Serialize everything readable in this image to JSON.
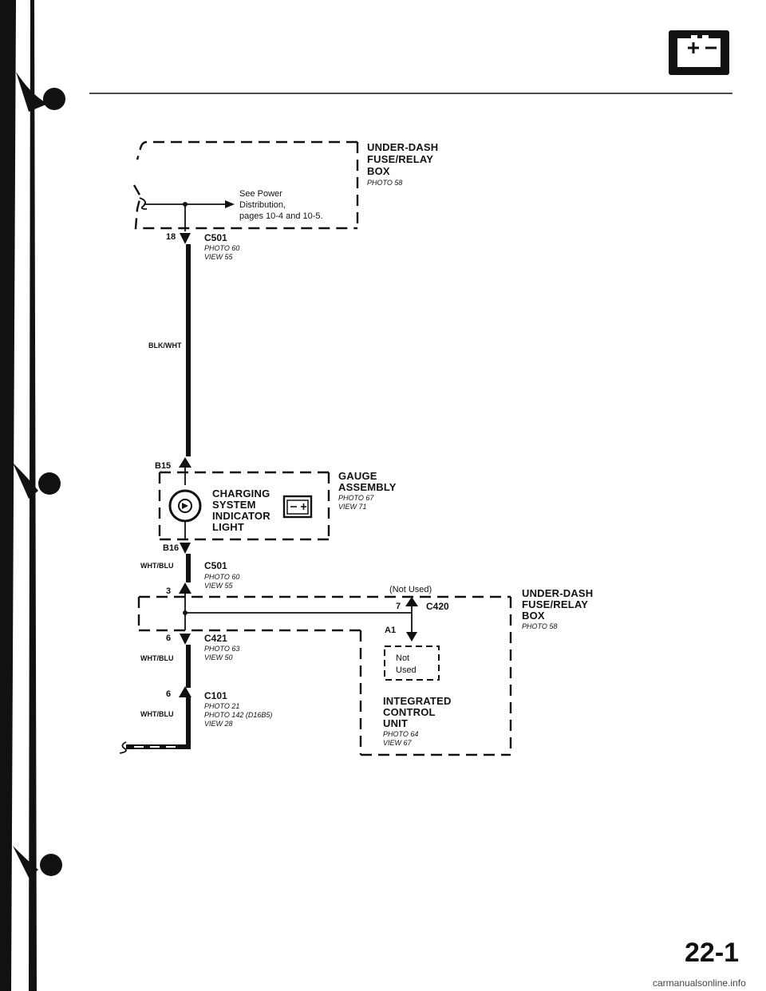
{
  "page": {
    "page_number": "22-1",
    "watermark": "carmanualsonline.info",
    "battery_icon_name": "battery-icon"
  },
  "components": {
    "fuse_box_top": {
      "name_line1": "UNDER-DASH",
      "name_line2": "FUSE/RELAY",
      "name_line3": "BOX",
      "photo": "PHOTO 58",
      "note_line1": "See Power",
      "note_line2": "Distribution,",
      "note_line3": "pages 10-4 and 10-5."
    },
    "gauge_assembly": {
      "name_line1": "GAUGE",
      "name_line2": "ASSEMBLY",
      "photo": "PHOTO 67",
      "view": "VIEW 71",
      "light_line1": "CHARGING",
      "light_line2": "SYSTEM",
      "light_line3": "INDICATOR",
      "light_line4": "LIGHT"
    },
    "fuse_box_bottom": {
      "name_line1": "UNDER-DASH",
      "name_line2": "FUSE/RELAY",
      "name_line3": "BOX",
      "photo": "PHOTO 58",
      "not_used": "(Not Used)"
    },
    "control_unit": {
      "name_line1": "INTEGRATED",
      "name_line2": "CONTROL",
      "name_line3": "UNIT",
      "photo": "PHOTO 64",
      "view": "VIEW 67",
      "inner_line1": "Not",
      "inner_line2": "Used"
    }
  },
  "connectors": {
    "c501_top": {
      "id": "C501",
      "pin": "18",
      "photo": "PHOTO 60",
      "view": "VIEW 55"
    },
    "b15": {
      "id": "B15"
    },
    "b16": {
      "id": "B16"
    },
    "c501_mid": {
      "id": "C501",
      "pin": "3",
      "photo": "PHOTO 60",
      "view": "VIEW 55"
    },
    "c420": {
      "id": "C420",
      "pin": "7"
    },
    "a1": {
      "id": "A1"
    },
    "c421": {
      "id": "C421",
      "pin": "6",
      "photo": "PHOTO 63",
      "view": "VIEW 50"
    },
    "c101": {
      "id": "C101",
      "pin": "6",
      "photo": "PHOTO 21",
      "photo2": "PHOTO 142 (D16B5)",
      "view": "VIEW 28"
    }
  },
  "wires": {
    "w1": "BLK/WHT",
    "w2": "WHT/BLU",
    "w3": "WHT/BLU",
    "w4": "WHT/BLU"
  }
}
